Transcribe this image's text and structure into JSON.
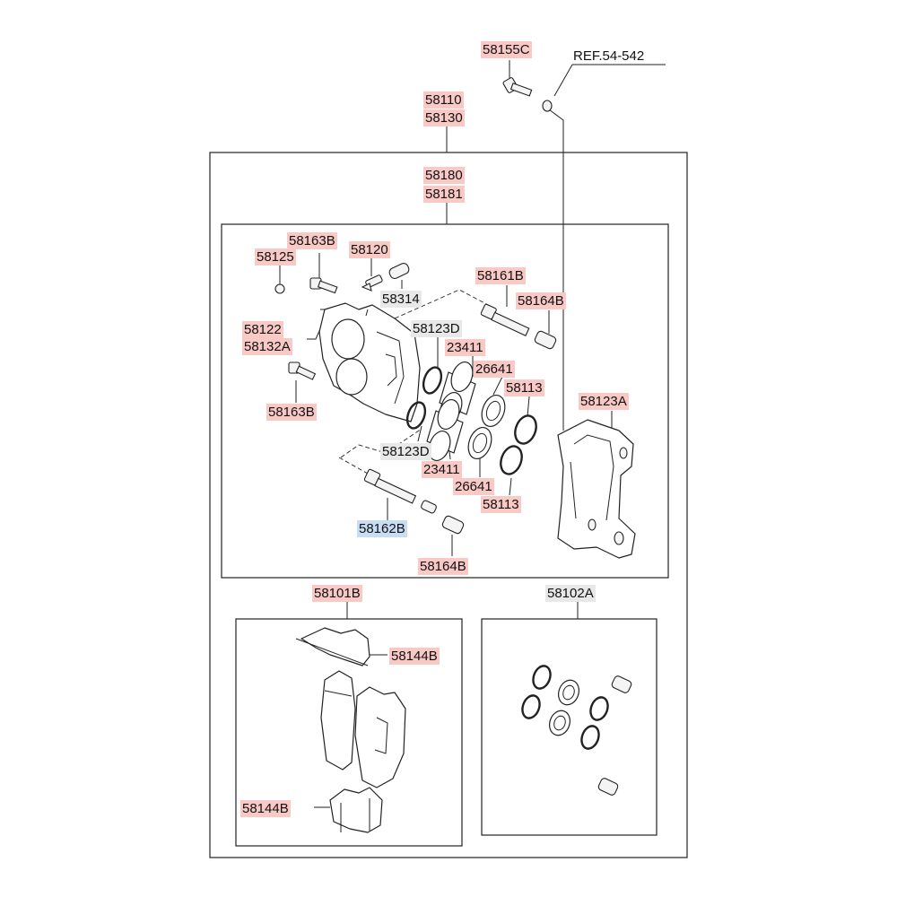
{
  "labels": {
    "p58155c": "58155C",
    "ref": "REF.54-542",
    "p58110": "58110",
    "p58130": "58130",
    "p58180": "58180",
    "p58181": "58181",
    "p58163b_top": "58163B",
    "p58120": "58120",
    "p58125": "58125",
    "p58314": "58314",
    "p58161b": "58161B",
    "p58164b_top": "58164B",
    "p58122": "58122",
    "p58132a": "58132A",
    "p58123d_top": "58123D",
    "p23411_top": "23411",
    "p26641_top": "26641",
    "p58113_top": "58113",
    "p58123a": "58123A",
    "p58163b_bot": "58163B",
    "p58123d_bot": "58123D",
    "p23411_bot": "23411",
    "p26641_bot": "26641",
    "p58113_bot": "58113",
    "p58162b": "58162B",
    "p58164b_bot": "58164B",
    "p58101b": "58101B",
    "p58102a": "58102A",
    "p58144b_top": "58144B",
    "p58144b_bot": "58144B"
  },
  "colors": {
    "highlight_red": "#f9c9c6",
    "highlight_grey": "#e8e8e8",
    "highlight_blue": "#c8dcf3",
    "line": "#222222"
  }
}
